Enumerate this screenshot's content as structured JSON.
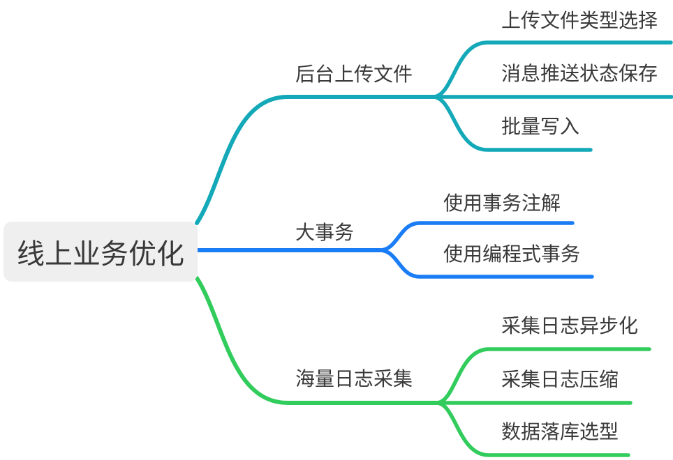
{
  "mindmap": {
    "root": {
      "label": "线上业务优化",
      "bg_color": "#efefef",
      "text_color": "#383838"
    },
    "branches": [
      {
        "label": "后台上传文件",
        "color": "#14A9B8",
        "children": [
          {
            "label": "上传文件类型选择"
          },
          {
            "label": "消息推送状态保存"
          },
          {
            "label": "批量写入"
          }
        ]
      },
      {
        "label": "大事务",
        "color": "#1B7DF5",
        "children": [
          {
            "label": "使用事务注解"
          },
          {
            "label": "使用编程式事务"
          }
        ]
      },
      {
        "label": "海量日志采集",
        "color": "#31CC5C",
        "children": [
          {
            "label": "采集日志异步化"
          },
          {
            "label": "采集日志压缩"
          },
          {
            "label": "数据落库选型"
          }
        ]
      }
    ]
  }
}
